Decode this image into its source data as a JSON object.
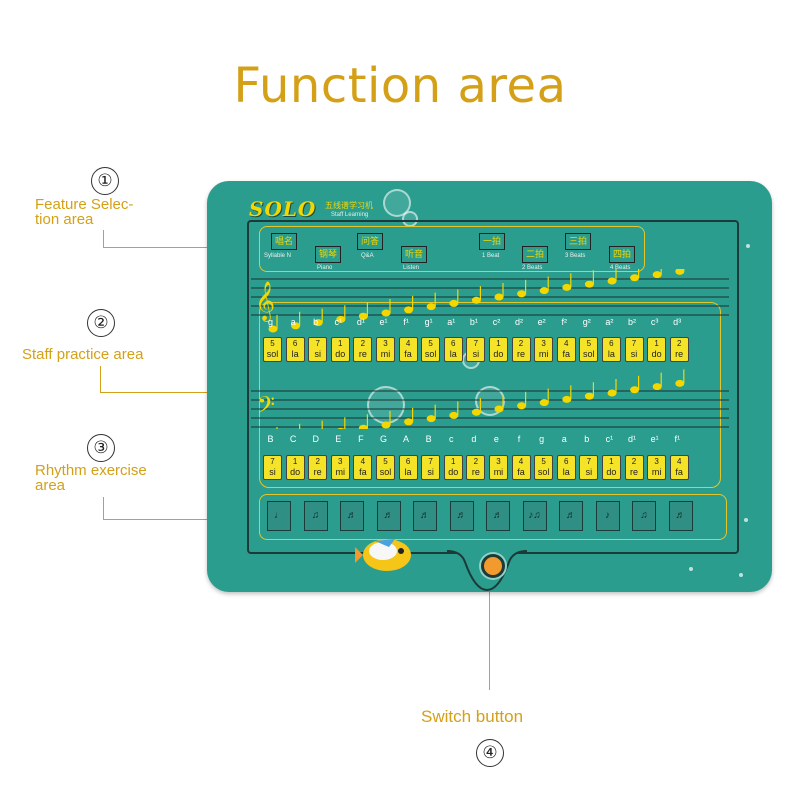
{
  "title": "Function area",
  "callouts": [
    {
      "number": "①",
      "label_line1": "Feature Selec-",
      "label_line2": "tion area"
    },
    {
      "number": "②",
      "label_line1": "Staff practice area"
    },
    {
      "number": "③",
      "label_line1": "Rhythm exercise",
      "label_line2": "area"
    },
    {
      "number": "④",
      "label_line1": "Switch button"
    }
  ],
  "device": {
    "logo": "SOLO",
    "sublogo": "五线谱学习机",
    "sublogo_en": "Staff Learning",
    "feature_buttons": [
      {
        "label": "唱名",
        "caption": "Syllable N"
      },
      {
        "label": "钢琴",
        "caption": "Piano"
      },
      {
        "label": "问答",
        "caption": "Q&A"
      },
      {
        "label": "听音",
        "caption": "Listen"
      },
      {
        "label": "一拍",
        "caption": "1 Beat"
      },
      {
        "label": "二拍",
        "caption": "2 Beats"
      },
      {
        "label": "三拍",
        "caption": "3 Beats"
      },
      {
        "label": "四拍",
        "caption": "4 Beats"
      }
    ],
    "treble_notes": [
      "g",
      "a",
      "b",
      "c¹",
      "d¹",
      "e¹",
      "f¹",
      "g¹",
      "a¹",
      "b¹",
      "c²",
      "d²",
      "e²",
      "f²",
      "g²",
      "a²",
      "b²",
      "c³",
      "d³"
    ],
    "treble_keys": [
      {
        "n": "5",
        "s": "sol"
      },
      {
        "n": "6",
        "s": "la"
      },
      {
        "n": "7",
        "s": "si"
      },
      {
        "n": "1",
        "s": "do"
      },
      {
        "n": "2",
        "s": "re"
      },
      {
        "n": "3",
        "s": "mi"
      },
      {
        "n": "4",
        "s": "fa"
      },
      {
        "n": "5",
        "s": "sol"
      },
      {
        "n": "6",
        "s": "la"
      },
      {
        "n": "7",
        "s": "si"
      },
      {
        "n": "1",
        "s": "do"
      },
      {
        "n": "2",
        "s": "re"
      },
      {
        "n": "3",
        "s": "mi"
      },
      {
        "n": "4",
        "s": "fa"
      },
      {
        "n": "5",
        "s": "sol"
      },
      {
        "n": "6",
        "s": "la"
      },
      {
        "n": "7",
        "s": "si"
      },
      {
        "n": "1",
        "s": "do"
      },
      {
        "n": "2",
        "s": "re"
      }
    ],
    "bass_notes": [
      "B",
      "C",
      "D",
      "E",
      "F",
      "G",
      "A",
      "B",
      "c",
      "d",
      "e",
      "f",
      "g",
      "a",
      "b",
      "c¹",
      "d¹",
      "e¹",
      "f¹"
    ],
    "bass_keys": [
      {
        "n": "7",
        "s": "si"
      },
      {
        "n": "1",
        "s": "do"
      },
      {
        "n": "2",
        "s": "re"
      },
      {
        "n": "3",
        "s": "mi"
      },
      {
        "n": "4",
        "s": "fa"
      },
      {
        "n": "5",
        "s": "sol"
      },
      {
        "n": "6",
        "s": "la"
      },
      {
        "n": "7",
        "s": "si"
      },
      {
        "n": "1",
        "s": "do"
      },
      {
        "n": "2",
        "s": "re"
      },
      {
        "n": "3",
        "s": "mi"
      },
      {
        "n": "4",
        "s": "fa"
      },
      {
        "n": "5",
        "s": "sol"
      },
      {
        "n": "6",
        "s": "la"
      },
      {
        "n": "7",
        "s": "si"
      },
      {
        "n": "1",
        "s": "do"
      },
      {
        "n": "2",
        "s": "re"
      },
      {
        "n": "3",
        "s": "mi"
      },
      {
        "n": "4",
        "s": "fa"
      }
    ],
    "rhythm_buttons": [
      "♩",
      "♫",
      "♬",
      "♬",
      "♬",
      "♬",
      "♬",
      "♪♫",
      "♬",
      "♪",
      "♫",
      "♬"
    ]
  }
}
